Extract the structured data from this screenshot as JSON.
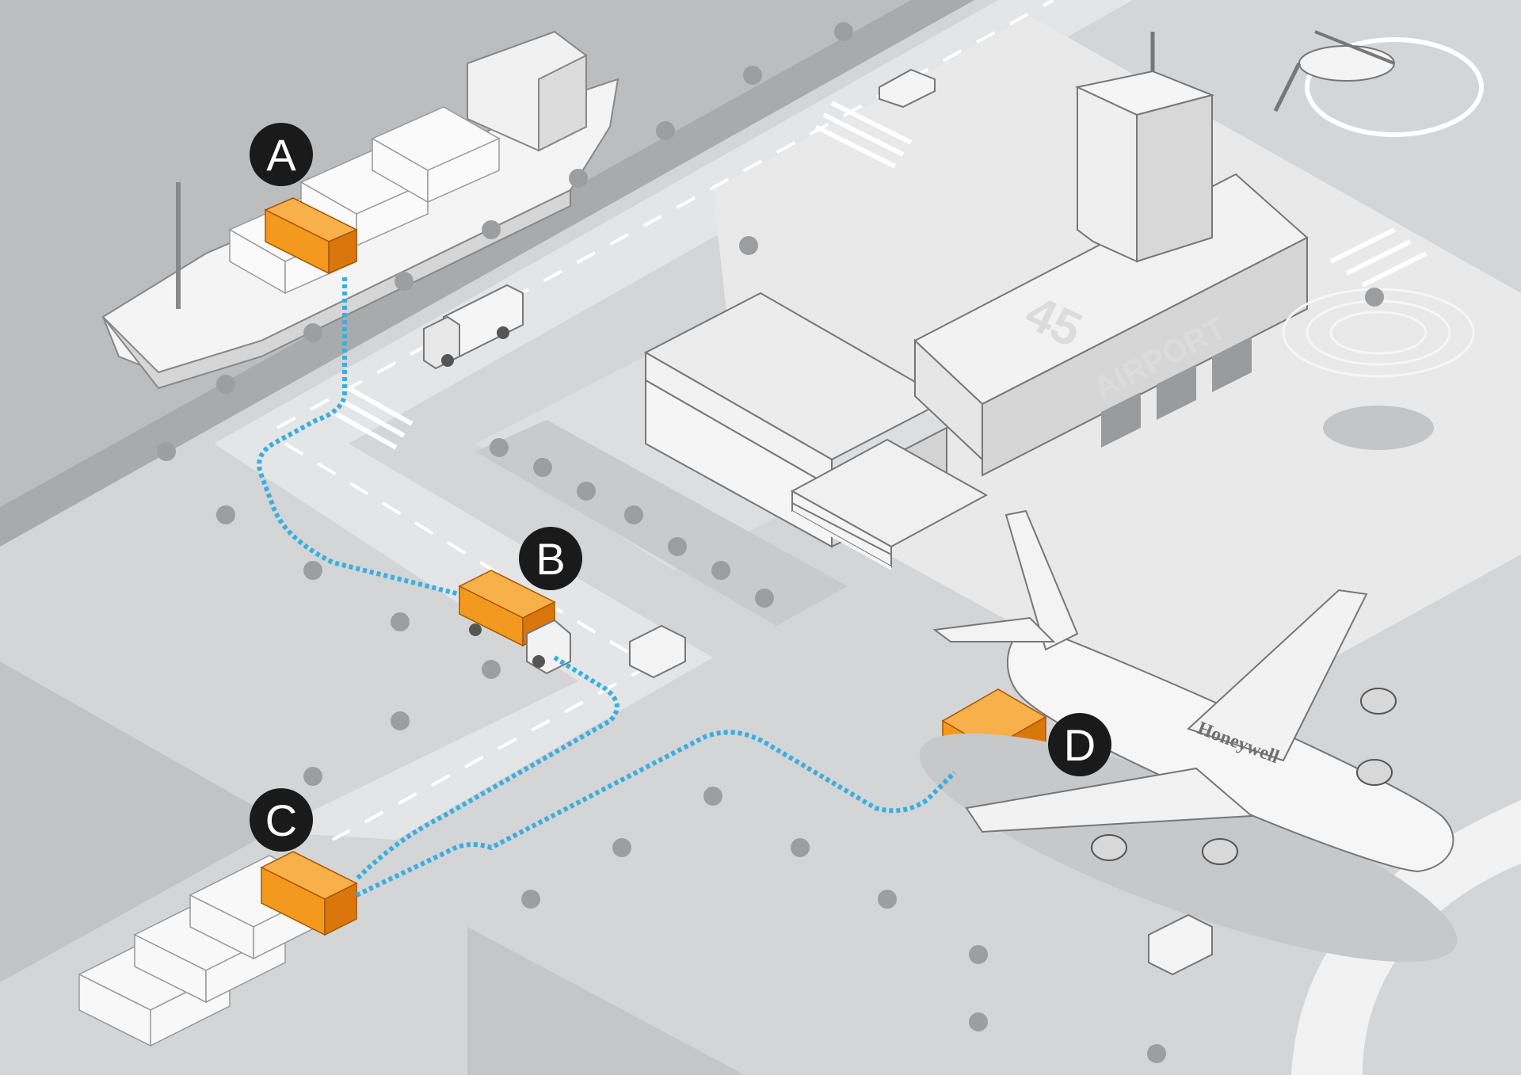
{
  "markers": {
    "a": "A",
    "b": "B",
    "c": "C",
    "d": "D"
  },
  "labels": {
    "building_number": "45",
    "building_sign": "AIRPORT",
    "aircraft_brand": "Honeywell"
  },
  "colors": {
    "ground_dark": "#b8b9ba",
    "ground_mid": "#cfd0d1",
    "road": "#e6e6e6",
    "pavement": "#efefef",
    "building": "#f4f4f4",
    "building_shade": "#d2d3d4",
    "cargo": "#f39a1e",
    "cargo_dark": "#d9770c",
    "route": "#3aaee0",
    "marker_bg": "#1a1a1a"
  },
  "icons": [
    "cargo-ship-icon",
    "truck-icon",
    "airplane-icon",
    "helicopter-icon",
    "control-tower-icon",
    "tree-icon",
    "person-icon",
    "car-icon",
    "van-icon"
  ]
}
